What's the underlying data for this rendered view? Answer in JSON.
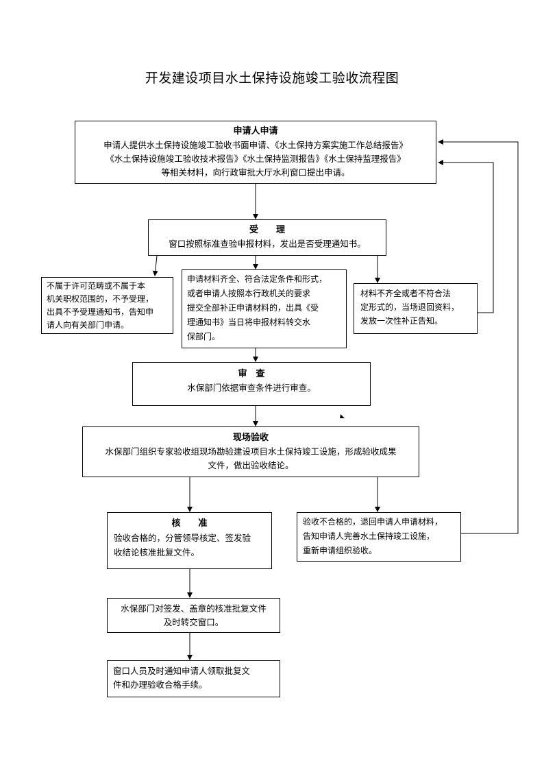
{
  "title": "开发建设项目水土保持设施竣工验收流程图",
  "boxes": {
    "apply": {
      "head": "申请人申请",
      "lines": [
        "申请人提供水土保持设施竣工验收书面申请、《水土保持方案实施工作总结报告》",
        "《水土保持设施竣工验收技术报告》《水土保持监测报告》《水土保持监理报告》",
        "等相关材料，向行政审批大厅水利窗口提出申请。"
      ]
    },
    "accept": {
      "head": "受　　理",
      "lines": [
        "窗口按照标准查验申报材料，发出是否受理通知书。"
      ]
    },
    "reject": {
      "lines": [
        "不属于许可范畴或不属于本",
        "机关职权范围的，不予受理，",
        "出具不予受理通知书，告知申",
        "请人向有关部门申请。"
      ]
    },
    "complete": {
      "lines": [
        "申请材料齐全、符合法定条件和形式，",
        "或者申请人按照本行政机关的要求",
        "提交全部补正申请材料的，出具《受",
        "理通知书》当日将申报材料转交水",
        "保部门。"
      ]
    },
    "incomplete": {
      "lines": [
        "材料不齐全或者不符合法",
        "定形式的，当场退回资料，",
        "发放一次性补正告知。"
      ]
    },
    "review": {
      "head": "审　查",
      "lines": [
        "水保部门依据审查条件进行审查。"
      ]
    },
    "inspect": {
      "head": "现场验收",
      "lines": [
        "水保部门组织专家验收组现场勘验建设项目水土保持竣工设施，形成验收成果",
        "文件，做出验收结论。"
      ]
    },
    "approve": {
      "head": "核　　准",
      "lines": [
        "验收合格的，分管领导核定、签发验",
        "收结论核准批复文件。"
      ]
    },
    "fail": {
      "lines": [
        "验收不合格的，退回申请人申请材料，",
        "告知申请人完善水土保持竣工设施，",
        "重新申请组织验收。"
      ]
    },
    "seal": {
      "lines": [
        "水保部门对签发、盖章的核准批复文件",
        "及时转交窗口。"
      ]
    },
    "notify": {
      "lines": [
        "窗口人员及时通知申请人领取批复文",
        "件和办理验收合格手续。"
      ]
    }
  }
}
